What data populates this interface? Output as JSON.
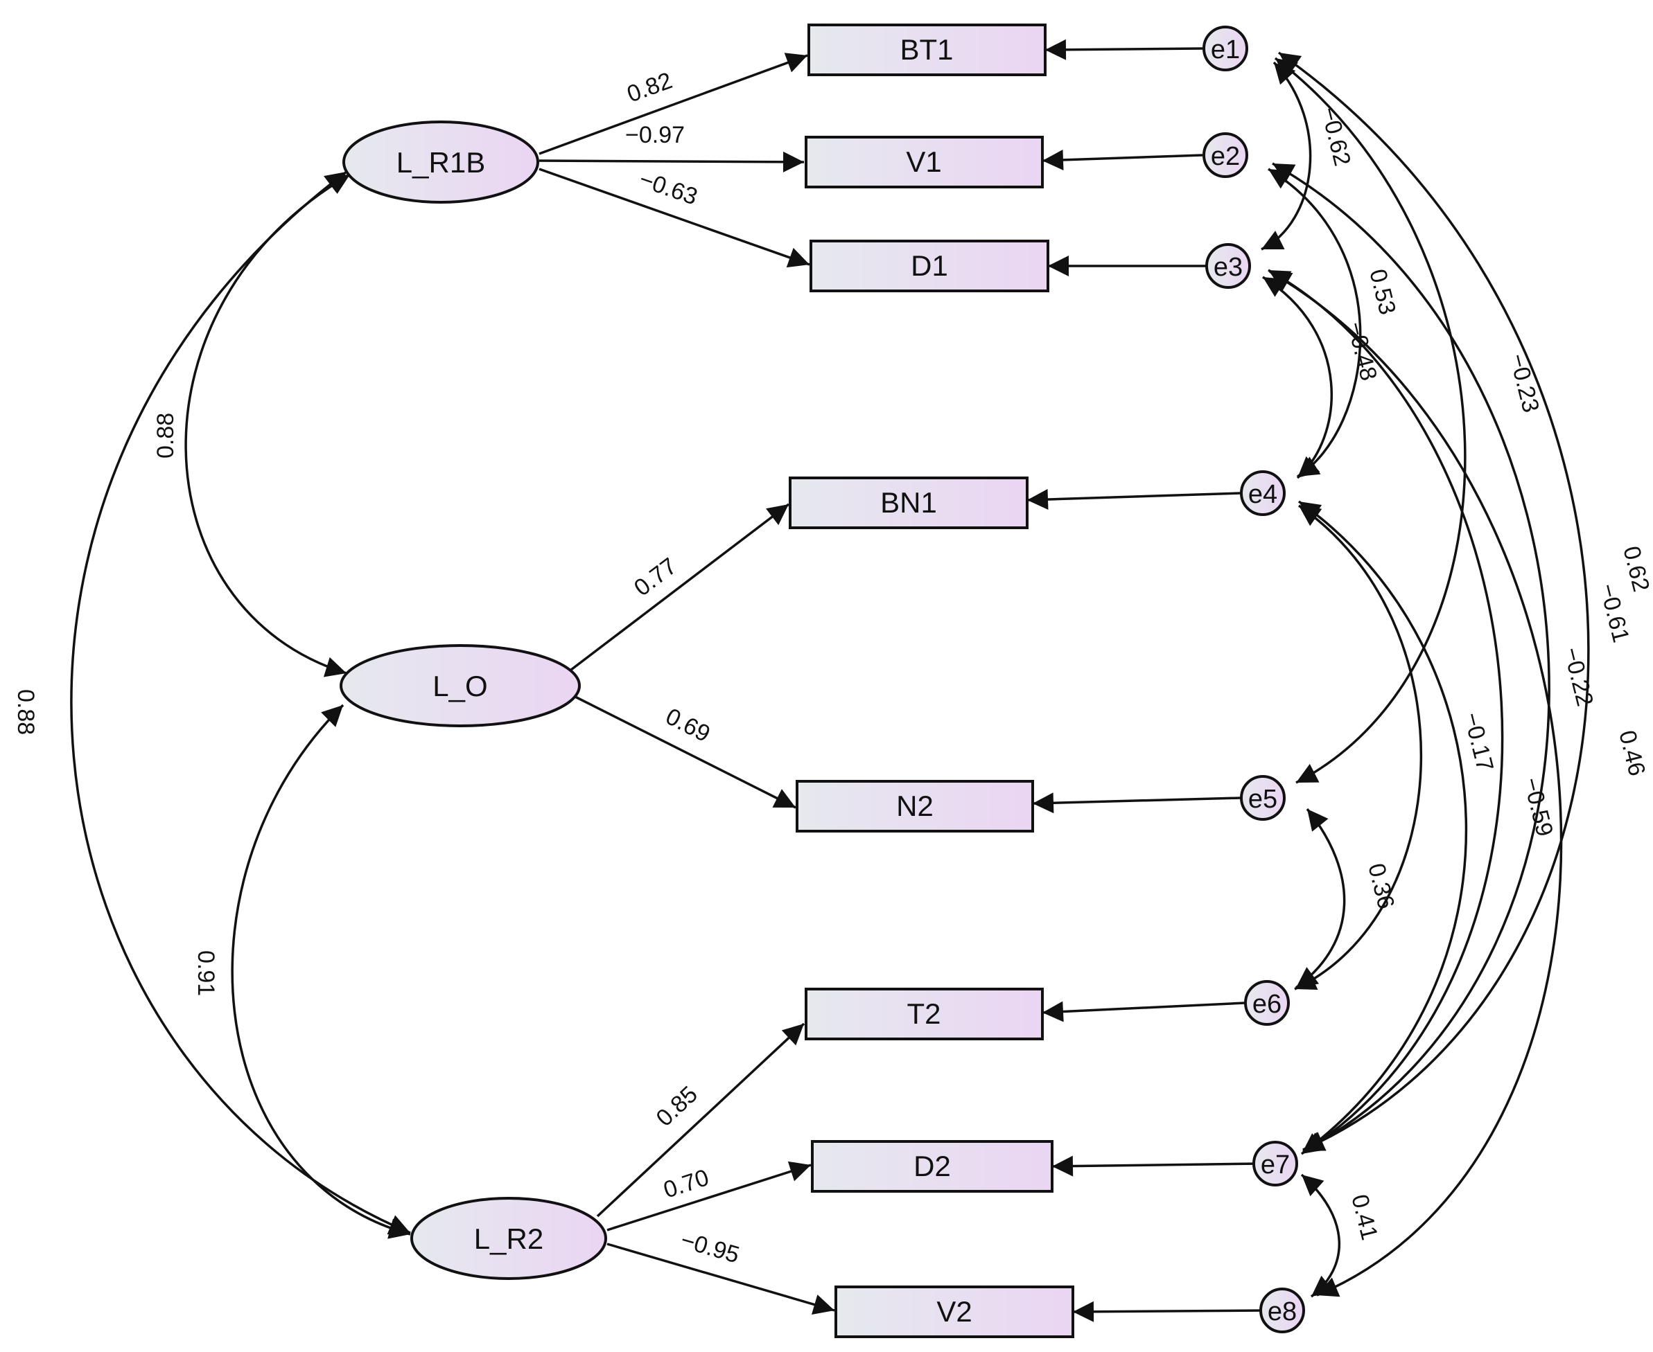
{
  "latents": [
    {
      "id": "L_R1B",
      "label": "L_R1B"
    },
    {
      "id": "L_O",
      "label": "L_O"
    },
    {
      "id": "L_R2",
      "label": "L_R2"
    }
  ],
  "observed": [
    {
      "id": "BT1",
      "label": "BT1"
    },
    {
      "id": "V1",
      "label": "V1"
    },
    {
      "id": "D1",
      "label": "D1"
    },
    {
      "id": "BN1",
      "label": "BN1"
    },
    {
      "id": "N2",
      "label": "N2"
    },
    {
      "id": "T2",
      "label": "T2"
    },
    {
      "id": "D2",
      "label": "D2"
    },
    {
      "id": "V2",
      "label": "V2"
    }
  ],
  "errors": [
    {
      "id": "e1",
      "label": "e1"
    },
    {
      "id": "e2",
      "label": "e2"
    },
    {
      "id": "e3",
      "label": "e3"
    },
    {
      "id": "e4",
      "label": "e4"
    },
    {
      "id": "e5",
      "label": "e5"
    },
    {
      "id": "e6",
      "label": "e6"
    },
    {
      "id": "e7",
      "label": "e7"
    },
    {
      "id": "e8",
      "label": "e8"
    }
  ],
  "loadings": [
    {
      "from": "L_R1B",
      "to": "BT1",
      "value": "0.82"
    },
    {
      "from": "L_R1B",
      "to": "V1",
      "value": "−0.97"
    },
    {
      "from": "L_R1B",
      "to": "D1",
      "value": "−0.63"
    },
    {
      "from": "L_O",
      "to": "BN1",
      "value": "0.77"
    },
    {
      "from": "L_O",
      "to": "N2",
      "value": "0.69"
    },
    {
      "from": "L_R2",
      "to": "T2",
      "value": "0.85"
    },
    {
      "from": "L_R2",
      "to": "D2",
      "value": "0.70"
    },
    {
      "from": "L_R2",
      "to": "V2",
      "value": "−0.95"
    }
  ],
  "latent_covariances": [
    {
      "a": "L_R1B",
      "b": "L_O",
      "value": "0.88"
    },
    {
      "a": "L_R1B",
      "b": "L_R2",
      "value": "0.88"
    },
    {
      "a": "L_O",
      "b": "L_R2",
      "value": "0.91"
    }
  ],
  "error_covariances": [
    {
      "a": "e1",
      "b": "e3",
      "value": "−0.62"
    },
    {
      "a": "e2",
      "b": "e4",
      "value": "0.53"
    },
    {
      "a": "e3",
      "b": "e4",
      "value": "−0.48"
    },
    {
      "a": "e1",
      "b": "e5",
      "value": "−0.23"
    },
    {
      "a": "e1",
      "b": "e7",
      "value": "0.62"
    },
    {
      "a": "e2",
      "b": "e7",
      "value": "−0.61"
    },
    {
      "a": "e3",
      "b": "e7",
      "value": "−0.22"
    },
    {
      "a": "e3",
      "b": "e8",
      "value": "0.46"
    },
    {
      "a": "e4",
      "b": "e7",
      "value": "−0.59"
    },
    {
      "a": "e4",
      "b": "e6",
      "value": "−0.17"
    },
    {
      "a": "e5",
      "b": "e6",
      "value": "0.36"
    },
    {
      "a": "e7",
      "b": "e8",
      "value": "0.41"
    }
  ],
  "colors": {
    "stroke": "#111111",
    "fill_left": "#e6e9ee",
    "fill_right": "#ead5f3"
  }
}
